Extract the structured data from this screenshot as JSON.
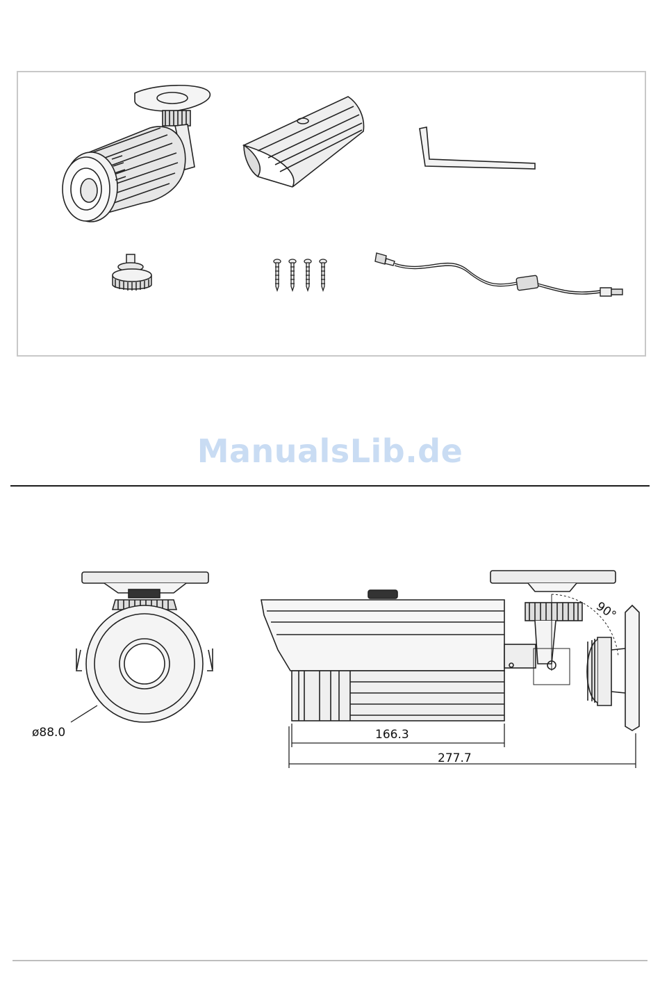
{
  "watermark": "ManualsLib.de",
  "dimensions": {
    "diameter": "ø88.0",
    "body_length": "166.3",
    "total_length": "277.7",
    "angle": "90°"
  }
}
